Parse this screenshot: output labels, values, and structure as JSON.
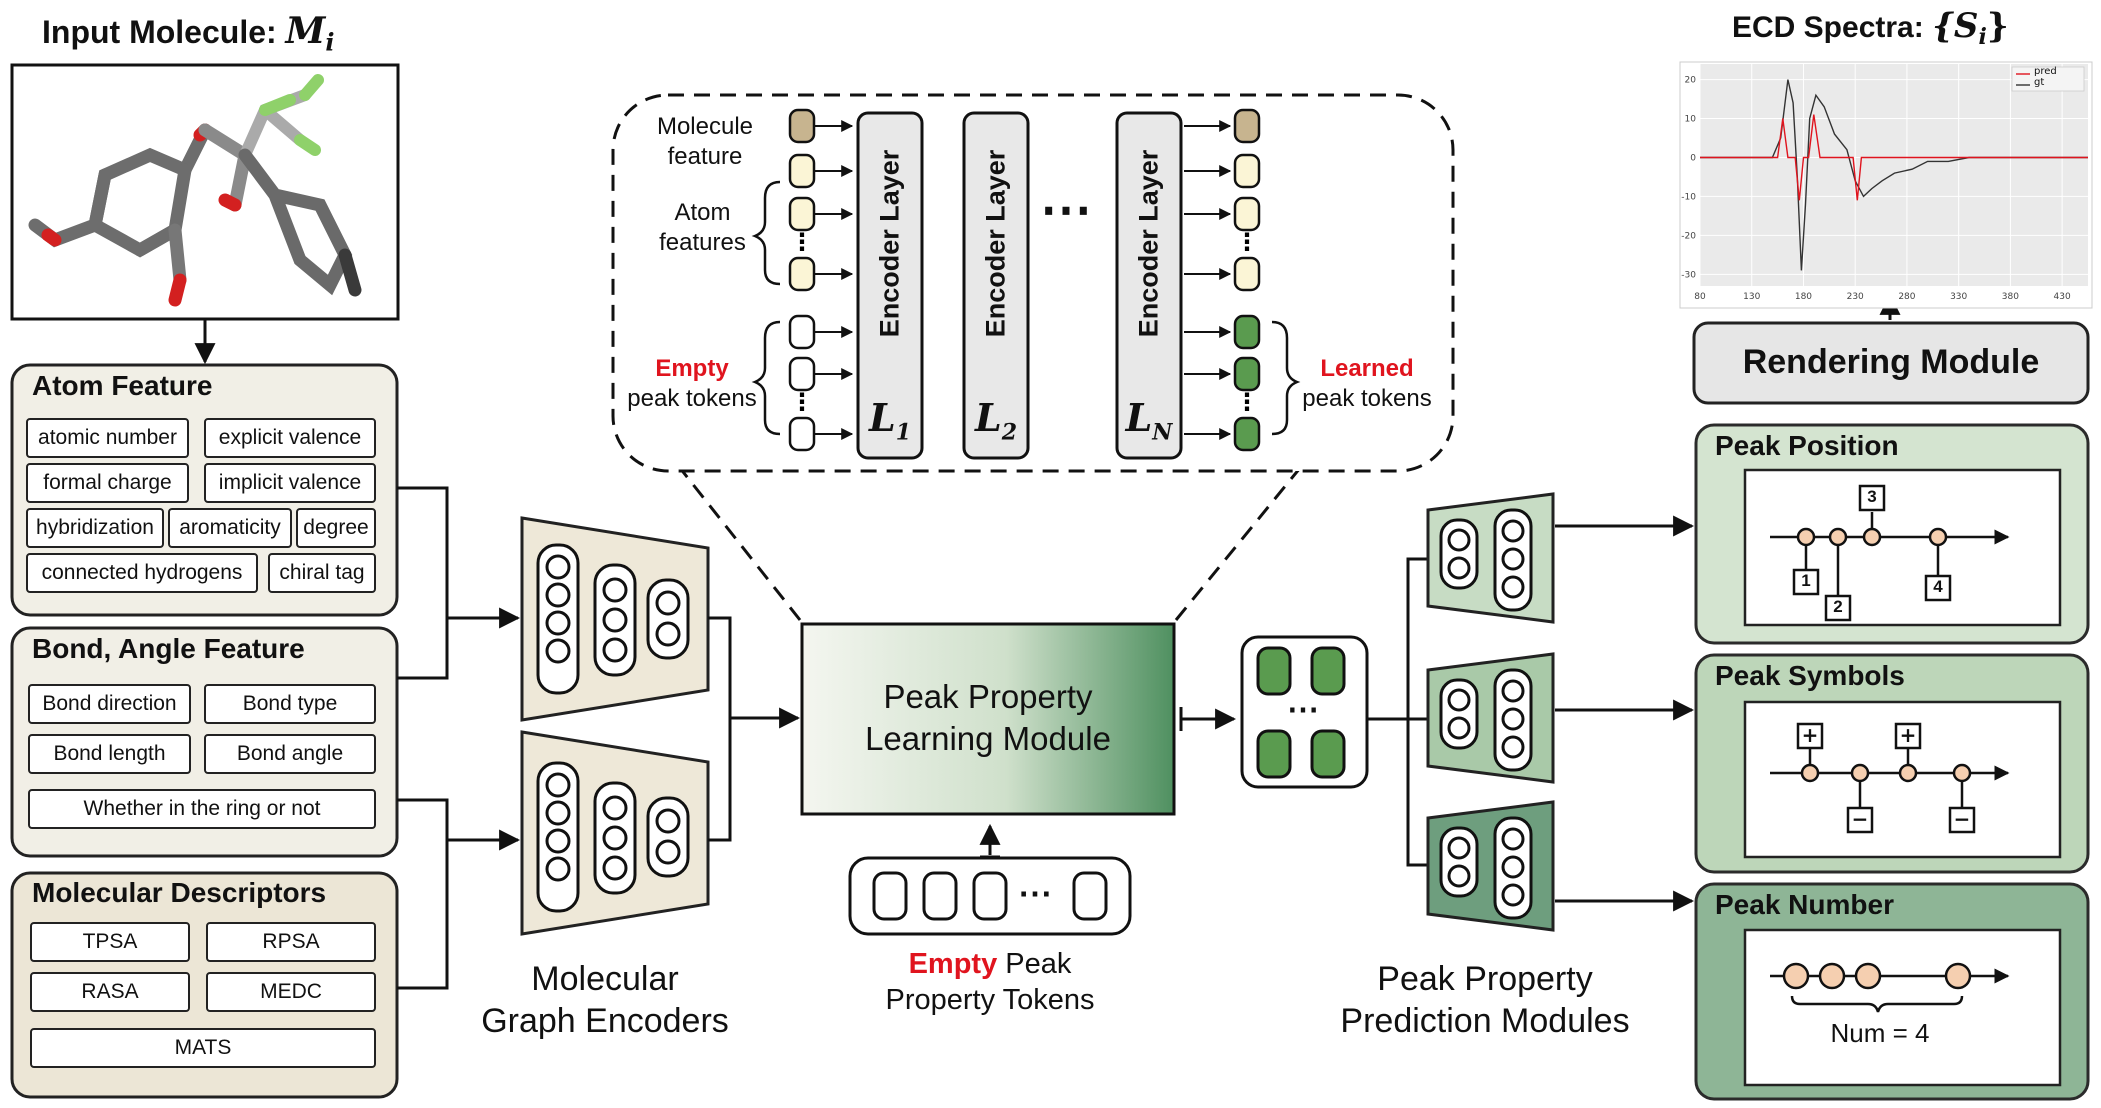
{
  "input_molecule": {
    "title": "Input Molecule: ",
    "symbol": "M",
    "subscript": "i"
  },
  "ecd": {
    "title": "ECD Spectra: ",
    "symbol": "{S",
    "subscript": "i",
    "close": "}",
    "plot": {
      "legend": [
        "pred",
        "gt"
      ],
      "x_ticks": [
        "80",
        "130",
        "180",
        "230",
        "280",
        "330",
        "380",
        "430"
      ],
      "y_ticks": [
        "20",
        "10",
        "0",
        "-10",
        "-20",
        "-30"
      ]
    }
  },
  "atom_feature": {
    "title": "Atom Feature",
    "tags": [
      "atomic number",
      "explicit valence",
      "formal charge",
      "implicit valence",
      "hybridization",
      "aromaticity",
      "degree",
      "connected hydrogens",
      "chiral tag"
    ]
  },
  "bond_feature": {
    "title": "Bond, Angle Feature",
    "tags": [
      "Bond direction",
      "Bond type",
      "Bond length",
      "Bond angle",
      "Whether in the ring or not"
    ]
  },
  "descriptors": {
    "title": "Molecular Descriptors",
    "tags": [
      "TPSA",
      "RPSA",
      "RASA",
      "MEDC",
      "MATS"
    ]
  },
  "encoders_caption": [
    "Molecular",
    "Graph Encoders"
  ],
  "learning_module": [
    "Peak Property",
    "Learning Module"
  ],
  "empty_tokens": {
    "red": "Empty",
    "line1_rest": " Peak",
    "line2": "Property Tokens"
  },
  "prediction_caption": [
    "Peak Property",
    "Prediction Modules"
  ],
  "rendering": "Rendering Module",
  "peak_position": {
    "title": "Peak Position",
    "labels": [
      "1",
      "2",
      "3",
      "4"
    ]
  },
  "peak_symbols": {
    "title": "Peak Symbols",
    "labels": [
      "+",
      "−",
      "+",
      "−"
    ]
  },
  "peak_number": {
    "title": "Peak Number",
    "label": "Num = 4"
  },
  "transformer": {
    "molecule_feature": [
      "Molecule",
      "feature"
    ],
    "atom_features": [
      "Atom",
      "features"
    ],
    "empty": "Empty",
    "empty_rest": "peak tokens",
    "learned": "Learned",
    "learned_rest": "peak tokens",
    "layer_label": "Encoder Layer",
    "layers": [
      {
        "L": "L",
        "sub": "1"
      },
      {
        "L": "L",
        "sub": "2"
      },
      {
        "L": "L",
        "sub": "N"
      }
    ],
    "dots": "⋯"
  },
  "colors": {
    "panel_fill": "#f1efe6",
    "encoder_fill": "#eee8d8",
    "green_dark": "#5a9b4f",
    "green_panel_1": "#d8e6d4",
    "green_panel_2": "#c4dabf",
    "green_panel_3": "#93b99a",
    "red_curve": "#e0141e",
    "peach": "#f5cfb0"
  }
}
